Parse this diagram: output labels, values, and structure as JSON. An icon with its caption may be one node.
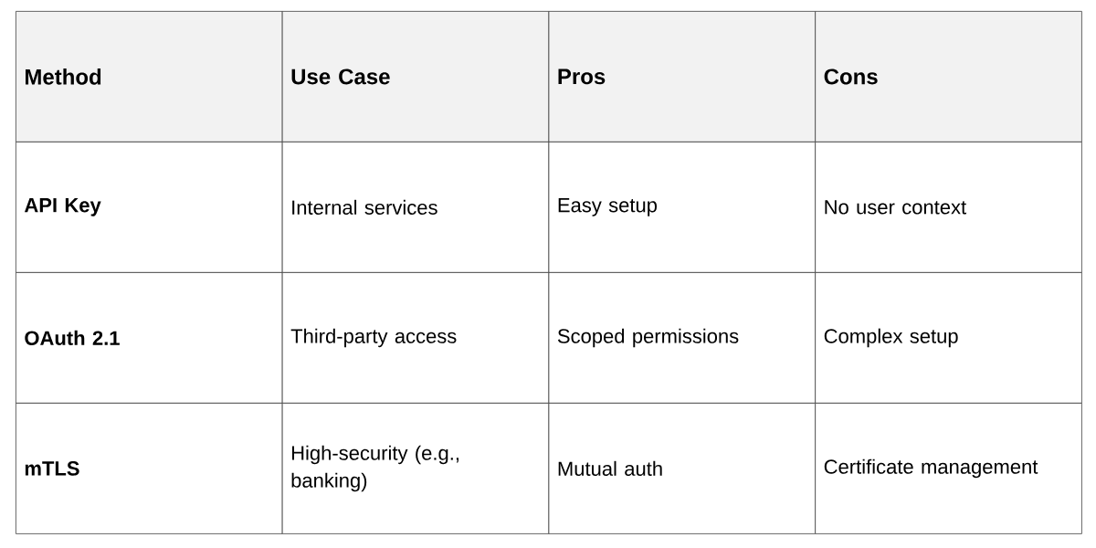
{
  "diagram": {
    "labels": [
      "Method",
      "Use Case",
      "Pros",
      "Cons",
      "API Key",
      "Internal services",
      "Easy setup",
      "No user context",
      "OAuth 2.1",
      "Third-party access",
      "Scoped permissions",
      "Complex setup",
      "mTLS",
      "High-security (e.g., banking)",
      "Mutual auth",
      "Certificate management"
    ]
  }
}
